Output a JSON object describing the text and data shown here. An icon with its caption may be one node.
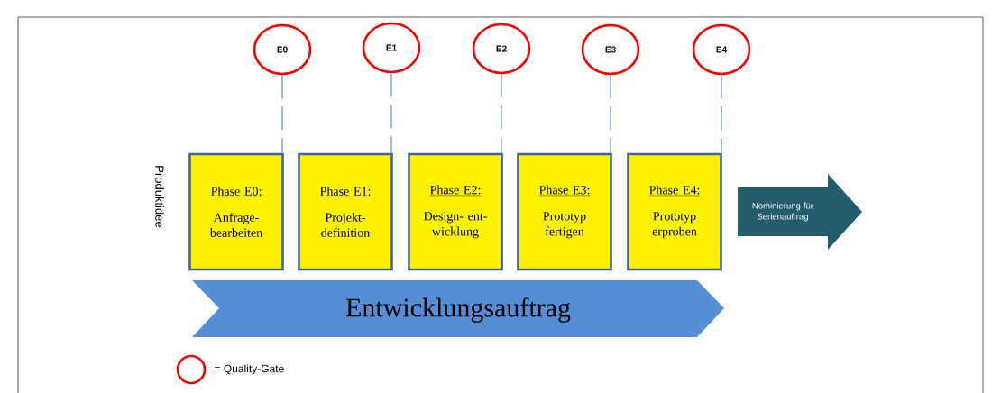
{
  "diagram": {
    "nodes": [
      {
        "text": [
          "E0"
        ]
      },
      {
        "text": [
          "E1"
        ]
      },
      {
        "text": [
          "E2"
        ]
      },
      {
        "text": [
          "E3"
        ]
      },
      {
        "text": [
          "E4"
        ]
      },
      {
        "text": [
          "Phase E0:",
          "Anfrage- bearbeiten"
        ]
      },
      {
        "text": [
          "Phase E1:",
          "Projekt- definition"
        ]
      },
      {
        "text": [
          "Phase E2:",
          "Design- ent- wicklung"
        ]
      },
      {
        "text": [
          "Phase E3:",
          "Prototyp fertigen"
        ]
      },
      {
        "text": [
          "Phase E4:",
          "Prototyp erproben"
        ]
      },
      {
        "text": [
          "Nominierung für Serienauftrag"
        ]
      },
      {
        "text": [
          "Entwicklungsauftrag"
        ]
      }
    ],
    "edges": [
      {
        "from": 0,
        "to": 5,
        "arrow": "none",
        "style": "dashed"
      },
      {
        "from": 1,
        "to": 6,
        "arrow": "none",
        "style": "dashed"
      },
      {
        "from": 2,
        "to": 7,
        "arrow": "none",
        "style": "dashed"
      },
      {
        "from": 3,
        "to": 8,
        "arrow": "none",
        "style": "dashed"
      },
      {
        "from": 4,
        "to": 9,
        "arrow": "none",
        "style": "dashed"
      }
    ],
    "labels": [
      "Produktidee"
    ],
    "legend": [
      {
        "text": "= Quality-Gate"
      }
    ]
  }
}
